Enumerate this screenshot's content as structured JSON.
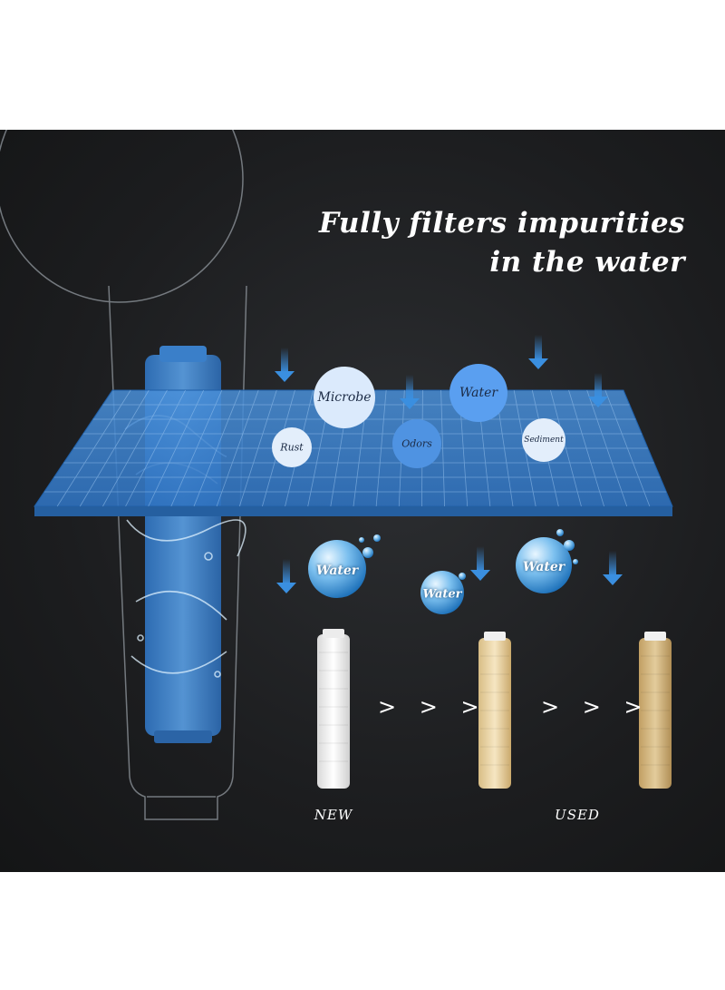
{
  "headline": {
    "line1": "Fully filters impurities",
    "line2": "in the water"
  },
  "impurities": {
    "microbe": "Microbe",
    "water": "Water",
    "rust": "Rust",
    "odors": "Odors",
    "sediment": "Sediment"
  },
  "filtered_droplets": [
    "Water",
    "Water",
    "Water"
  ],
  "progression": {
    "arrow_1": "> > >",
    "arrow_2": "> > >",
    "new_label": "NEW",
    "used_label": "USED"
  },
  "colors": {
    "background": "#1c1d1f",
    "mesh": "#3f86d1",
    "arrow": "#3a8fe0",
    "cartridge_new": "#f4f4f4",
    "cartridge_mid": "#e8d2a4",
    "cartridge_used": "#d2b682"
  },
  "icons": [
    "down-arrow-icon",
    "water-droplet-icon",
    "splash-icon"
  ]
}
